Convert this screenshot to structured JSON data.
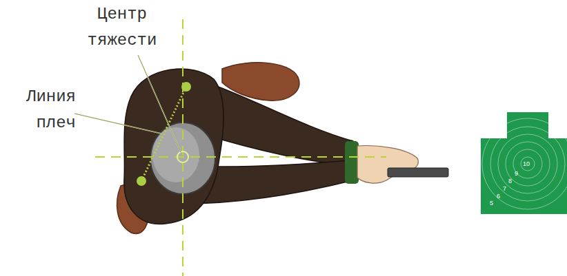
{
  "diagram": {
    "labels": [
      "Центр тяжести",
      "Линия плеч",
      "10",
      "9",
      "8",
      "7",
      "6",
      "5"
    ]
  }
}
